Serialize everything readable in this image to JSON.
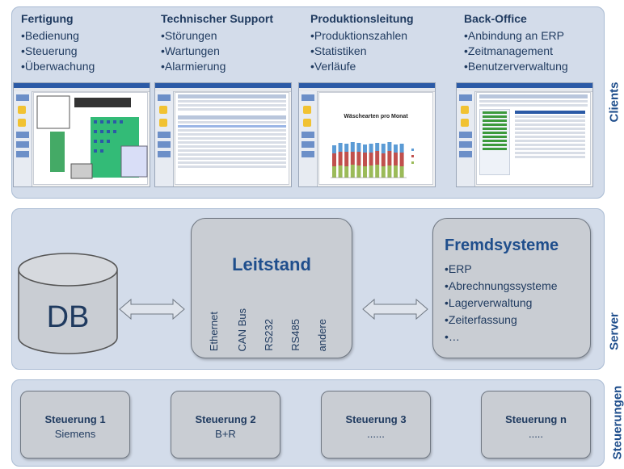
{
  "clients": {
    "label": "Clients",
    "columns": [
      {
        "heading": "Fertigung",
        "items": [
          "Bedienung",
          "Steuerung",
          "Überwachung"
        ]
      },
      {
        "heading": "Technischer Support",
        "items": [
          "Störungen",
          "Wartungen",
          "Alarmierung"
        ]
      },
      {
        "heading": "Produktionsleitung",
        "items": [
          "Produktionszahlen",
          "Statistiken",
          "Verläufe"
        ]
      },
      {
        "heading": "Back-Office",
        "items": [
          "Anbindung an ERP",
          "Zeitmanagement",
          "Benutzerverwaltung"
        ]
      }
    ],
    "chart_thumbnail_title": "Wäschearten pro Monat"
  },
  "server": {
    "label": "Server",
    "db_label": "DB",
    "leitstand": {
      "title": "Leitstand",
      "interfaces": [
        "Ethernet",
        "CAN Bus",
        "RS232",
        "RS485",
        "andere"
      ]
    },
    "fremdsysteme": {
      "title": "Fremdsysteme",
      "items": [
        "ERP",
        "Abrechnungssysteme",
        "Lagerverwaltung",
        "Zeiterfassung",
        "…"
      ]
    }
  },
  "steuerungen": {
    "label": "Steuerungen",
    "boxes": [
      {
        "name": "Steuerung 1",
        "detail": "Siemens"
      },
      {
        "name": "Steuerung 2",
        "detail": "B+R"
      },
      {
        "name": "Steuerung 3",
        "detail": "......"
      },
      {
        "name": "Steuerung n",
        "detail": "....."
      }
    ]
  },
  "colors": {
    "band": "#d3dcea",
    "box": "#c9cdd3",
    "title_blue": "#1f4e8c"
  }
}
